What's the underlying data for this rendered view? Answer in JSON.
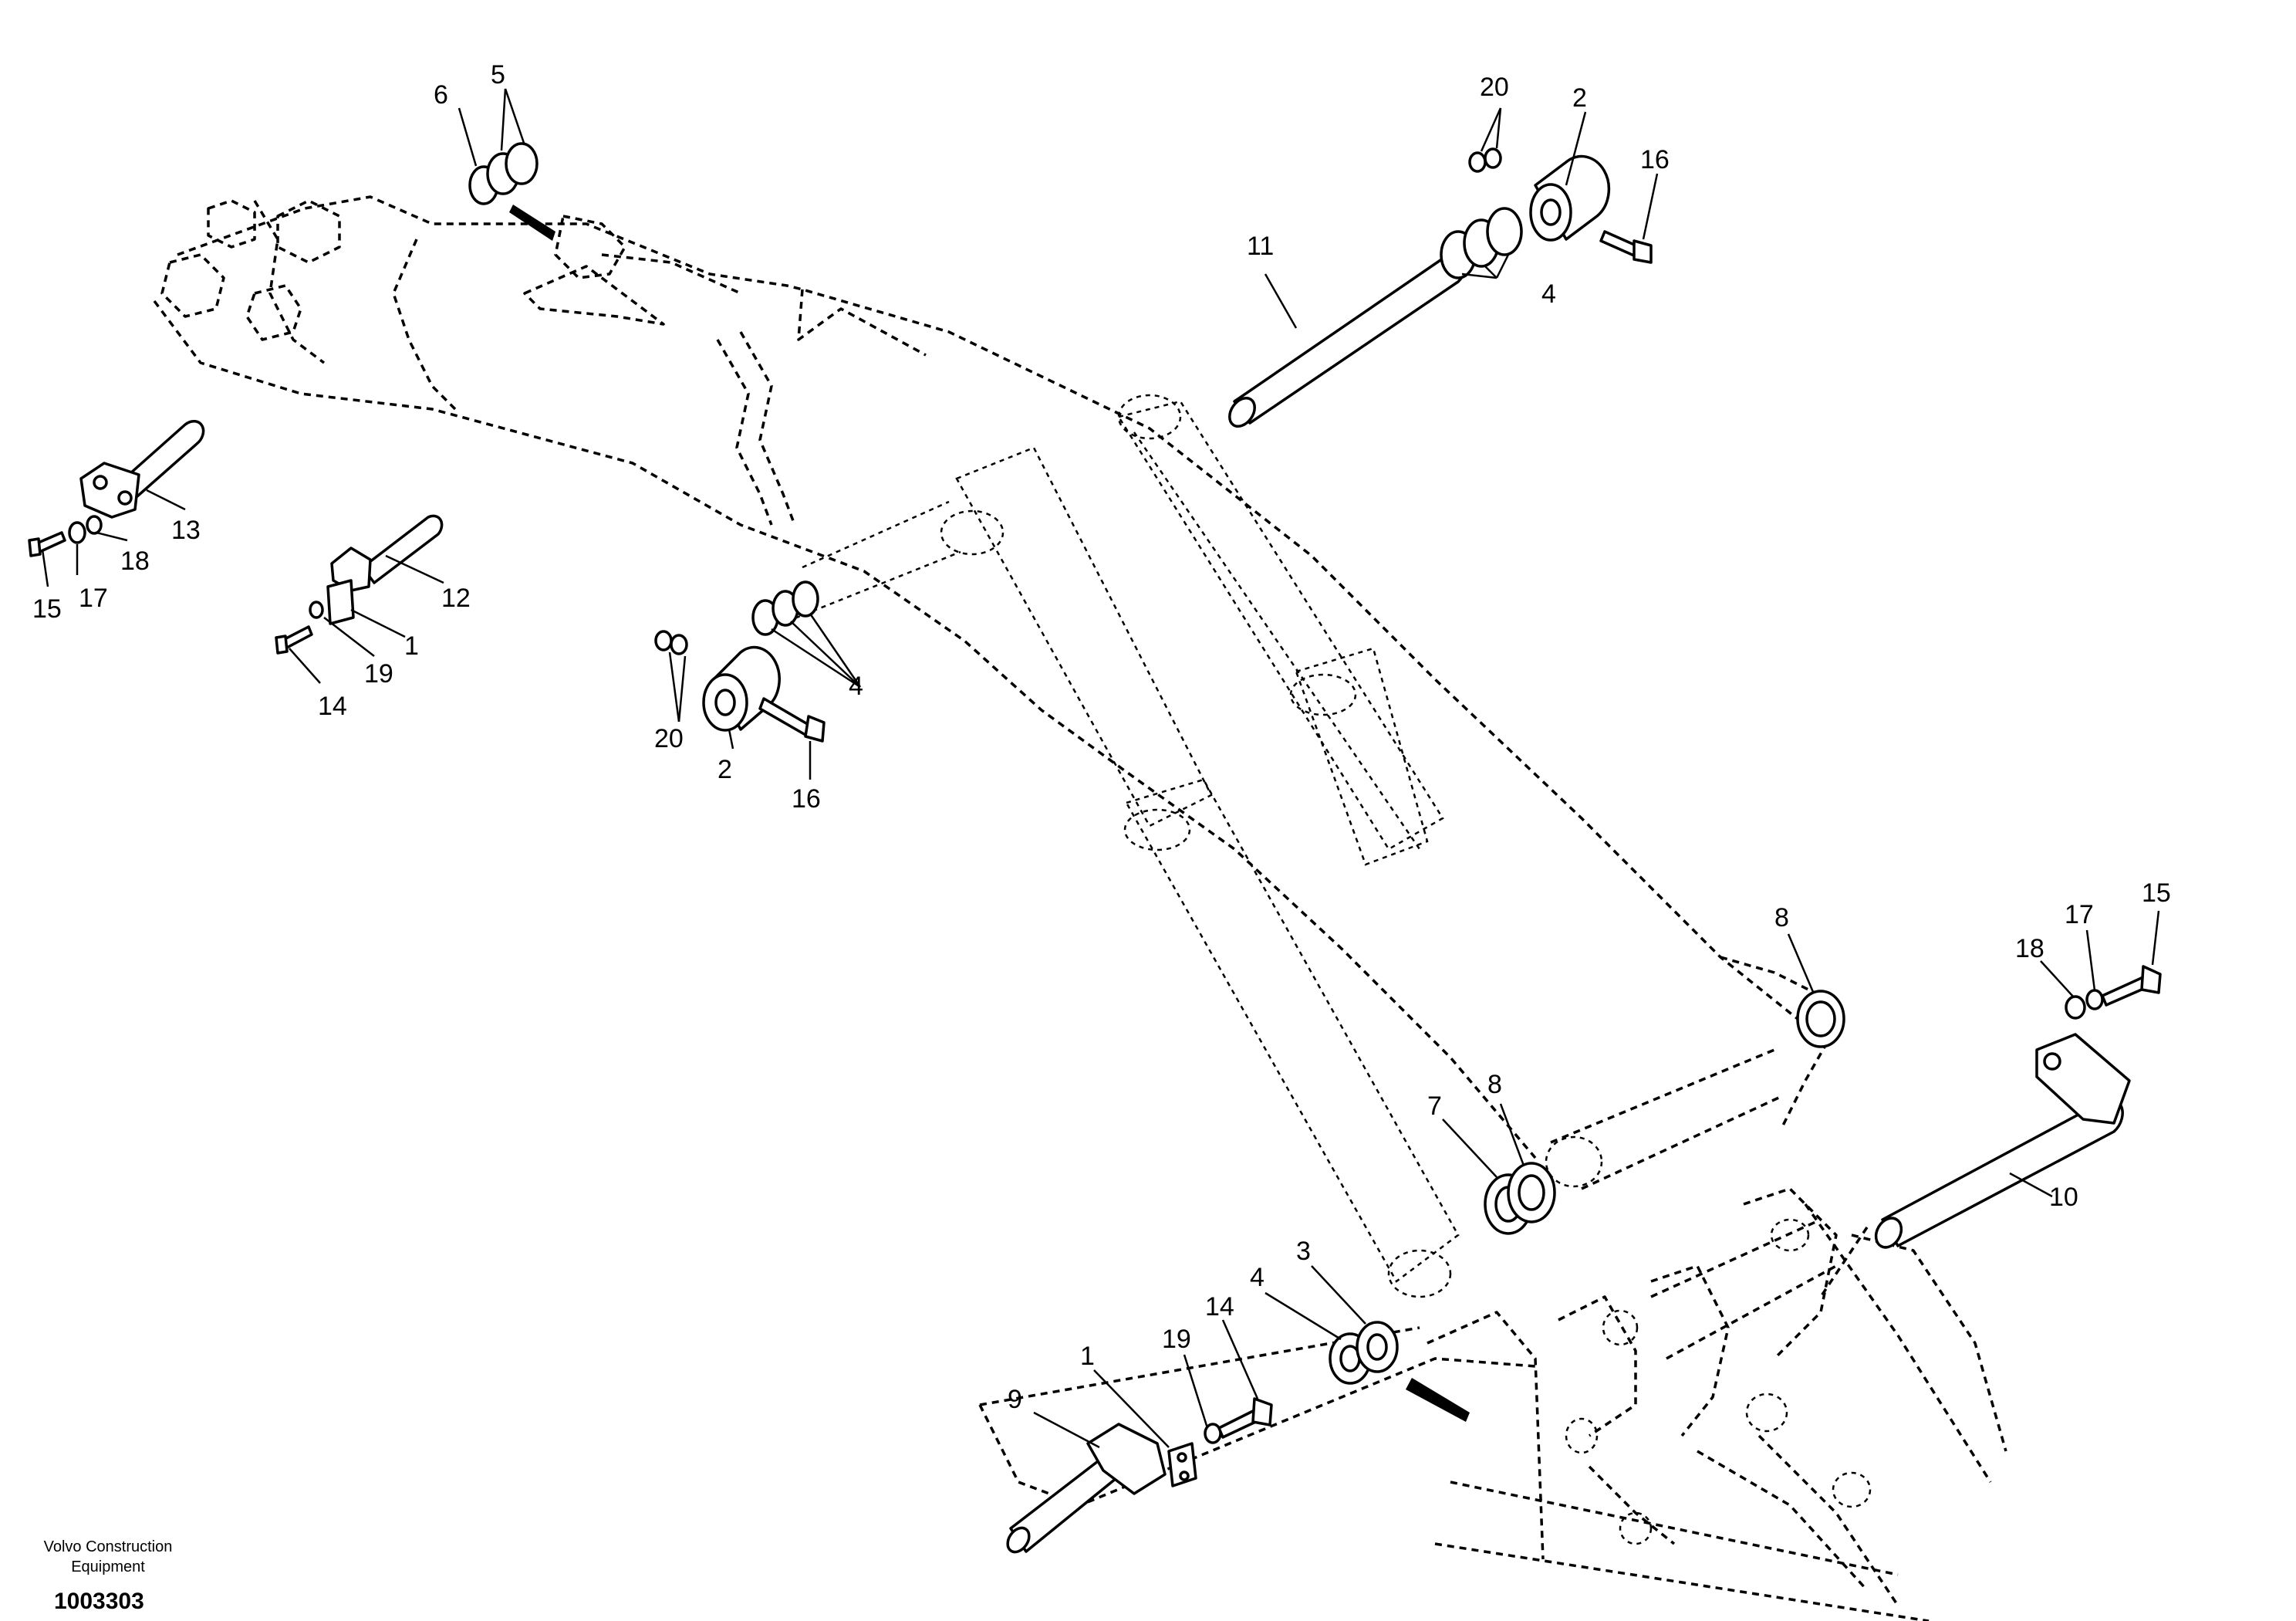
{
  "callouts": [
    {
      "id": "c6",
      "label": "6"
    },
    {
      "id": "c5",
      "label": "5"
    },
    {
      "id": "c20a",
      "label": "20"
    },
    {
      "id": "c2a",
      "label": "2"
    },
    {
      "id": "c16a",
      "label": "16"
    },
    {
      "id": "c11",
      "label": "11"
    },
    {
      "id": "c4a",
      "label": "4"
    },
    {
      "id": "c13",
      "label": "13"
    },
    {
      "id": "c15a",
      "label": "15"
    },
    {
      "id": "c17a",
      "label": "17"
    },
    {
      "id": "c18a",
      "label": "18"
    },
    {
      "id": "c12",
      "label": "12"
    },
    {
      "id": "c1a",
      "label": "1"
    },
    {
      "id": "c19a",
      "label": "19"
    },
    {
      "id": "c14a",
      "label": "14"
    },
    {
      "id": "c4b",
      "label": "4"
    },
    {
      "id": "c20b",
      "label": "20"
    },
    {
      "id": "c2b",
      "label": "2"
    },
    {
      "id": "c16b",
      "label": "16"
    },
    {
      "id": "c8a",
      "label": "8"
    },
    {
      "id": "c15b",
      "label": "15"
    },
    {
      "id": "c17b",
      "label": "17"
    },
    {
      "id": "c18b",
      "label": "18"
    },
    {
      "id": "c8b",
      "label": "8"
    },
    {
      "id": "c7",
      "label": "7"
    },
    {
      "id": "c10",
      "label": "10"
    },
    {
      "id": "c3",
      "label": "3"
    },
    {
      "id": "c4c",
      "label": "4"
    },
    {
      "id": "c14b",
      "label": "14"
    },
    {
      "id": "c19b",
      "label": "19"
    },
    {
      "id": "c1b",
      "label": "1"
    },
    {
      "id": "c9",
      "label": "9"
    }
  ],
  "footer": {
    "brand_line1": "Volvo Construction",
    "brand_line2": "Equipment",
    "drawing_number": "1003303"
  }
}
